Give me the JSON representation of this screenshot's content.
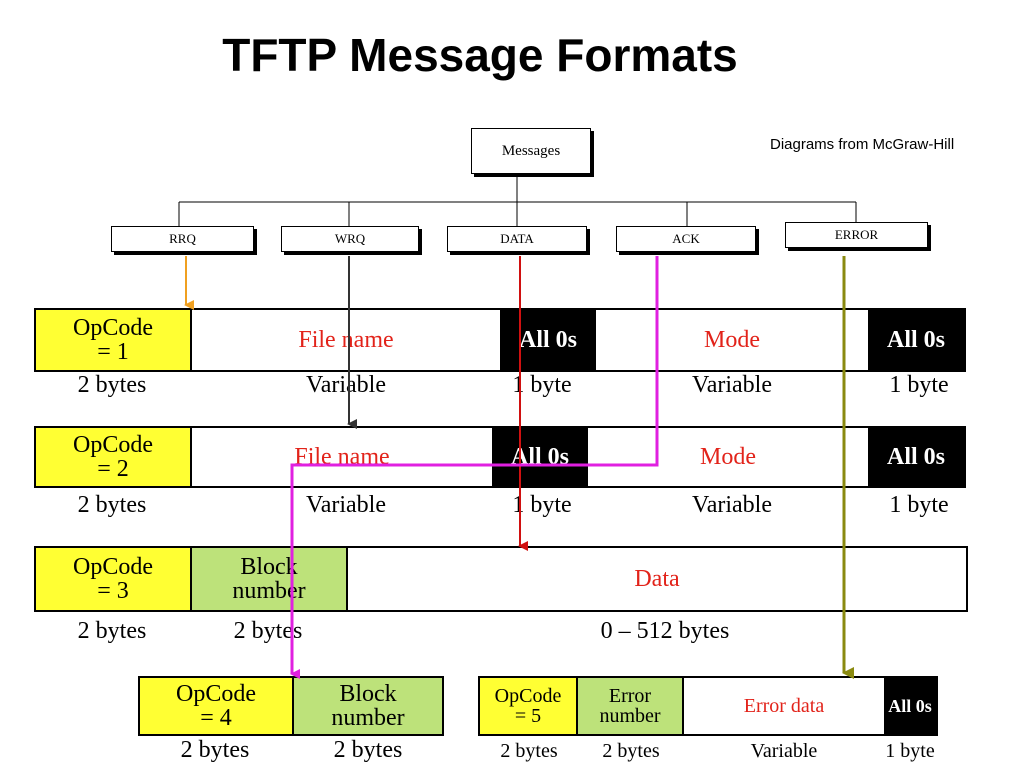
{
  "title": "TFTP Message Formats",
  "credit": "Diagrams from McGraw-Hill",
  "tree": {
    "root": "Messages",
    "children": [
      "RRQ",
      "WRQ",
      "DATA",
      "ACK",
      "ERROR"
    ]
  },
  "rrq": {
    "fields": [
      "OpCode\n= 1",
      "File name",
      "All 0s",
      "Mode",
      "All 0s"
    ],
    "sizes": [
      "2 bytes",
      "Variable",
      "1 byte",
      "Variable",
      "1 byte"
    ]
  },
  "wrq": {
    "fields": [
      "OpCode\n= 2",
      "File name",
      "All 0s",
      "Mode",
      "All 0s"
    ],
    "sizes": [
      "2 bytes",
      "Variable",
      "1 byte",
      "Variable",
      "1 byte"
    ]
  },
  "data": {
    "fields": [
      "OpCode\n= 3",
      "Block\nnumber",
      "Data"
    ],
    "sizes": [
      "2 bytes",
      "2 bytes",
      "0 – 512 bytes"
    ]
  },
  "ack": {
    "fields": [
      "OpCode\n= 4",
      "Block\nnumber"
    ],
    "sizes": [
      "2 bytes",
      "2 bytes"
    ]
  },
  "error": {
    "fields": [
      "OpCode\n= 5",
      "Error\nnumber",
      "Error data",
      "All 0s"
    ],
    "sizes": [
      "2 bytes",
      "2 bytes",
      "Variable",
      "1 byte"
    ]
  },
  "colors": {
    "rrq_arrow": "#f0a020",
    "wrq_arrow": "#333333",
    "data_arrow": "#d01010",
    "ack_arrow": "#e020e0",
    "error_arrow": "#8a8a10",
    "opcode_fill": "#ffff33",
    "block_fill": "#bde27a",
    "field_text": "#e2231a"
  }
}
